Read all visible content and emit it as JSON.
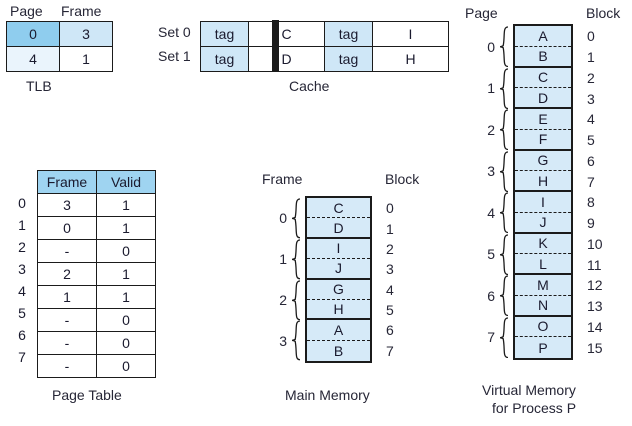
{
  "tlb": {
    "caption": "TLB",
    "headers": [
      "Page",
      "Frame"
    ],
    "rows": [
      {
        "page": "0",
        "frame": "3",
        "page_fill": "#8fcdee",
        "frame_fill": "#cfe7f7"
      },
      {
        "page": "4",
        "frame": "1",
        "page_fill": "#eaf4fc",
        "frame_fill": "#ffffff"
      }
    ]
  },
  "cache": {
    "caption": "Cache",
    "set_labels": [
      "Set 0",
      "Set 1"
    ],
    "rows": [
      {
        "way0_tag": "tag",
        "way0_data": "C",
        "way1_tag": "tag",
        "way1_data": "I"
      },
      {
        "way0_tag": "tag",
        "way0_data": "D",
        "way1_tag": "tag",
        "way1_data": "H"
      }
    ]
  },
  "page_table": {
    "caption": "Page Table",
    "headers": [
      "Frame",
      "Valid"
    ],
    "row_labels": [
      "0",
      "1",
      "2",
      "3",
      "4",
      "5",
      "6",
      "7"
    ],
    "rows": [
      {
        "frame": "3",
        "valid": "1"
      },
      {
        "frame": "0",
        "valid": "1"
      },
      {
        "frame": "-",
        "valid": "0"
      },
      {
        "frame": "2",
        "valid": "1"
      },
      {
        "frame": "1",
        "valid": "1"
      },
      {
        "frame": "-",
        "valid": "0"
      },
      {
        "frame": "-",
        "valid": "0"
      },
      {
        "frame": "-",
        "valid": "0"
      }
    ]
  },
  "main_memory": {
    "caption": "Main Memory",
    "header_left": "Frame",
    "header_right": "Block",
    "frames": [
      {
        "label": "0",
        "blocks": [
          {
            "data": "C",
            "block": "0"
          },
          {
            "data": "D",
            "block": "1"
          }
        ]
      },
      {
        "label": "1",
        "blocks": [
          {
            "data": "I",
            "block": "2"
          },
          {
            "data": "J",
            "block": "3"
          }
        ]
      },
      {
        "label": "2",
        "blocks": [
          {
            "data": "G",
            "block": "4"
          },
          {
            "data": "H",
            "block": "5"
          }
        ]
      },
      {
        "label": "3",
        "blocks": [
          {
            "data": "A",
            "block": "6"
          },
          {
            "data": "B",
            "block": "7"
          }
        ]
      }
    ]
  },
  "virtual_memory": {
    "caption_line1": "Virtual Memory",
    "caption_line2": "for Process P",
    "header_left": "Page",
    "header_right": "Block",
    "pages": [
      {
        "label": "0",
        "blocks": [
          {
            "data": "A",
            "block": "0"
          },
          {
            "data": "B",
            "block": "1"
          }
        ]
      },
      {
        "label": "1",
        "blocks": [
          {
            "data": "C",
            "block": "2"
          },
          {
            "data": "D",
            "block": "3"
          }
        ]
      },
      {
        "label": "2",
        "blocks": [
          {
            "data": "E",
            "block": "4"
          },
          {
            "data": "F",
            "block": "5"
          }
        ]
      },
      {
        "label": "3",
        "blocks": [
          {
            "data": "G",
            "block": "6"
          },
          {
            "data": "H",
            "block": "7"
          }
        ]
      },
      {
        "label": "4",
        "blocks": [
          {
            "data": "I",
            "block": "8"
          },
          {
            "data": "J",
            "block": "9"
          }
        ]
      },
      {
        "label": "5",
        "blocks": [
          {
            "data": "K",
            "block": "10"
          },
          {
            "data": "L",
            "block": "11"
          }
        ]
      },
      {
        "label": "6",
        "blocks": [
          {
            "data": "M",
            "block": "12"
          },
          {
            "data": "N",
            "block": "13"
          }
        ]
      },
      {
        "label": "7",
        "blocks": [
          {
            "data": "O",
            "block": "14"
          },
          {
            "data": "P",
            "block": "15"
          }
        ]
      }
    ]
  },
  "colors": {
    "fill_strong": "#8fcdee",
    "fill_header": "#9fd4f1",
    "fill_mid": "#cfe7f7",
    "fill_block": "#d6eaf8",
    "fill_pale": "#eaf4fc",
    "stroke": "#1b1b1b"
  }
}
